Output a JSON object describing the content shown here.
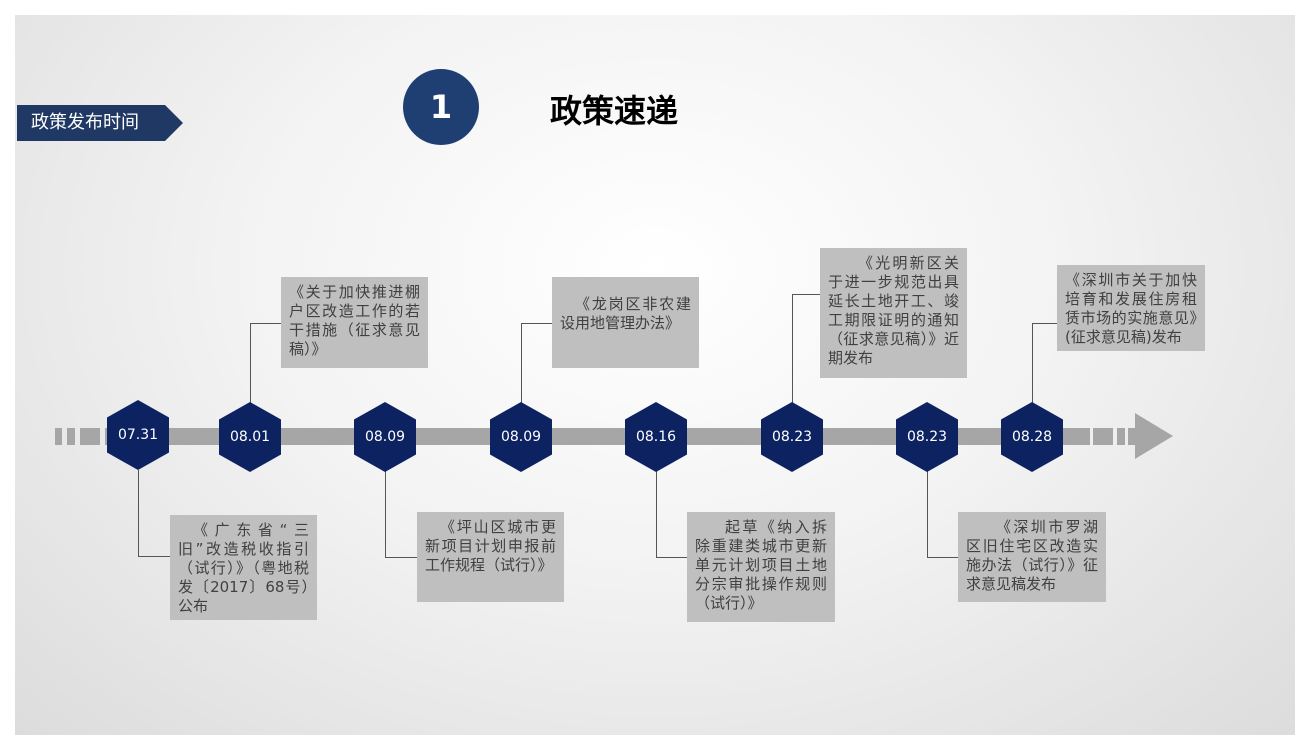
{
  "tag": "政策发布时间",
  "section_number": "1",
  "title": "政策速递",
  "events": [
    {
      "date": "07.31",
      "text": "《广东省“三旧”改造税收指引（试行）》（粤地税发〔2017〕68号）公布"
    },
    {
      "date": "08.01",
      "text": "《关于加快推进棚户区改造工作的若干措施（征求意见稿）》"
    },
    {
      "date": "08.09",
      "text": "《坪山区城市更新项目计划申报前工作规程（试行）》"
    },
    {
      "date": "08.09",
      "text": "《龙岗区非农建设用地管理办法》"
    },
    {
      "date": "08.16",
      "text": "起草《纳入拆除重建类城市更新单元计划项目土地分宗审批操作规则（试行）》"
    },
    {
      "date": "08.23",
      "text": "《光明新区关于进一步规范出具延长土地开工、竣工期限证明的通知（征求意见稿）》近期发布"
    },
    {
      "date": "08.23",
      "text": "《深圳市罗湖区旧住宅区改造实施办法（试行）》征求意见稿发布"
    },
    {
      "date": "08.28",
      "text": "《深圳市关于加快培育和发展住房租赁市场的实施意见》(征求意见稿)发布"
    }
  ]
}
